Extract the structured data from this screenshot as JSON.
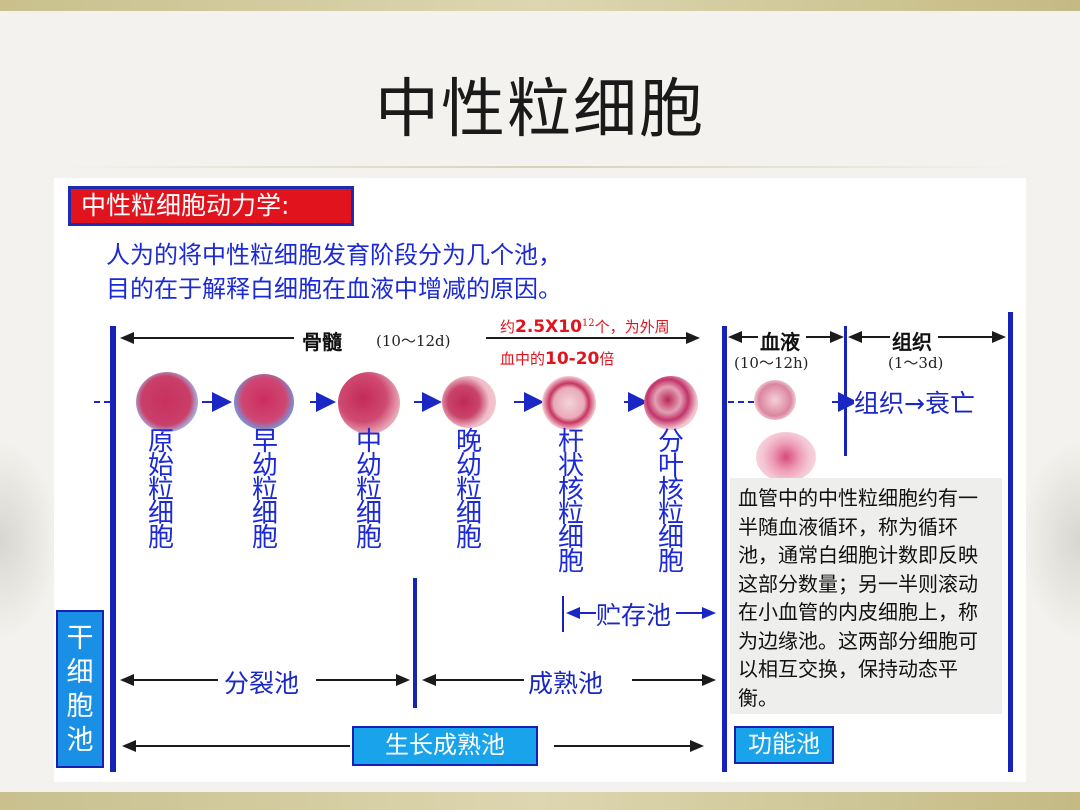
{
  "slide": {
    "title": "中性粒细胞"
  },
  "panel": {
    "heading": "中性粒细胞动力学:",
    "intro": [
      "人为的将中性粒细胞发育阶段分为几个池，",
      "目的在于解释白细胞在血液中增减的原因。"
    ]
  },
  "timeline": {
    "bone_marrow_label": "骨髓",
    "bone_marrow_range": "(10～12d)",
    "reserve_note_prefix": "约",
    "reserve_note_value": "2.5X10",
    "reserve_note_exp": "12",
    "reserve_note_suffix": "个，为外周",
    "reserve_note_line2_prefix": "血中的",
    "reserve_note_line2_value": "10-20",
    "reserve_note_line2_suffix": "倍",
    "blood_label": "血液",
    "blood_range": "(10～12h)",
    "tissue_label": "组织",
    "tissue_range": "(1～3d)",
    "fate": "组织→衰亡"
  },
  "stages": [
    {
      "name": "原始粒细胞"
    },
    {
      "name": "早幼粒细胞"
    },
    {
      "name": "中幼粒细胞"
    },
    {
      "name": "晚幼粒细胞"
    },
    {
      "name": "杆状核粒细胞"
    },
    {
      "name": "分叶核粒细胞"
    }
  ],
  "pools": {
    "storage": "贮存池",
    "stem_cell": "干细胞池",
    "mitotic": "分裂池",
    "maturation": "成熟池",
    "growth_maturation": "生长成熟池",
    "functional": "功能池"
  },
  "note": "血管中的中性粒细胞约有一半随血液循环，称为循环池，通常白细胞计数即反映这部分数量；另一半则滚动在小血管的内皮细胞上，称为边缘池。这两部分细胞可以相互交换，保持动态平衡。",
  "colors": {
    "heading_bg": "#e1141e",
    "text_blue": "#1b2ad6",
    "box_blue": "#19a3ea",
    "line_blue": "#1622b8",
    "note_red": "#e0141e"
  }
}
